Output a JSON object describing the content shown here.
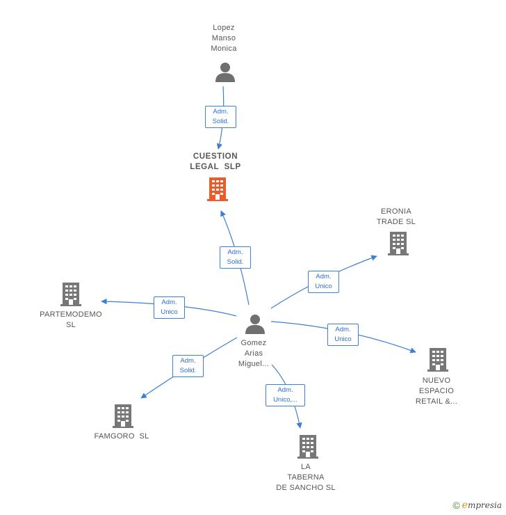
{
  "nodes": {
    "lopez": {
      "lines": [
        "Lopez",
        "Manso",
        "Monica"
      ],
      "type": "person"
    },
    "cuestion": {
      "lines": [
        "CUESTION",
        "LEGAL  SLP"
      ],
      "type": "company-focus"
    },
    "gomez": {
      "lines": [
        "Gomez",
        "Arias",
        "Miguel..."
      ],
      "type": "person"
    },
    "eronia": {
      "lines": [
        "ERONIA",
        "TRADE SL"
      ],
      "type": "company"
    },
    "partemodemo": {
      "lines": [
        "PARTEMODEMO",
        "SL"
      ],
      "type": "company"
    },
    "nuevo": {
      "lines": [
        "NUEVO",
        "ESPACIO",
        "RETAIL &..."
      ],
      "type": "company"
    },
    "famgoro": {
      "lines": [
        "FAMGORO  SL"
      ],
      "type": "company"
    },
    "taberna": {
      "lines": [
        "LA",
        "TABERNA",
        "DE SANCHO SL"
      ],
      "type": "company"
    }
  },
  "edges": [
    {
      "id": "lopez-cuestion",
      "lines": [
        "Adm.",
        "Solid."
      ]
    },
    {
      "id": "gomez-cuestion",
      "lines": [
        "Adm.",
        "Solid."
      ]
    },
    {
      "id": "gomez-eronia",
      "lines": [
        "Adm.",
        "Unico"
      ]
    },
    {
      "id": "gomez-partemodemo",
      "lines": [
        "Adm.",
        "Unico"
      ]
    },
    {
      "id": "gomez-nuevo",
      "lines": [
        "Adm.",
        "Unico"
      ]
    },
    {
      "id": "gomez-famgoro",
      "lines": [
        "Adm.",
        "Solid."
      ]
    },
    {
      "id": "gomez-taberna",
      "lines": [
        "Adm.",
        "Unico,..."
      ]
    }
  ],
  "colors": {
    "edge": "#3d7fd6",
    "company": "#777777",
    "company_focus": "#f05a28",
    "person": "#6f6f6f"
  },
  "footer": {
    "copyright": "©",
    "brand_initial": "e",
    "brand_rest": "mpresia"
  }
}
